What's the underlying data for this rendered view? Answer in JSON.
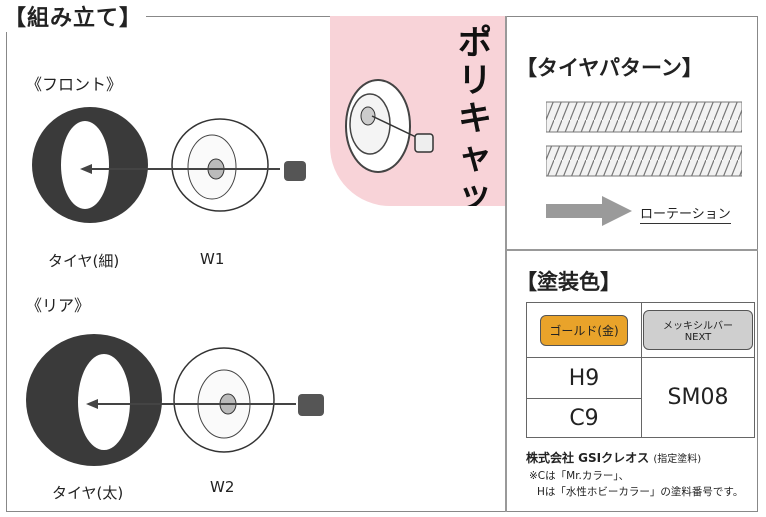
{
  "header": {
    "title": "【組み立て】"
  },
  "front": {
    "heading": "《フロント》",
    "tire_label": "タイヤ(細)",
    "wheel_label": "W1"
  },
  "rear": {
    "heading": "《リア》",
    "tire_label": "タイヤ(太)",
    "wheel_label": "W2"
  },
  "polycap": {
    "title": "ポリキャップ式"
  },
  "tire_pattern": {
    "heading": "【タイヤパターン】",
    "rotation_label": "ローテーション"
  },
  "paint": {
    "heading": "【塗装色】",
    "colors": [
      {
        "name": "ゴールド(金)",
        "codes": [
          "H9",
          "C9"
        ],
        "swatch": "#e9a32a"
      },
      {
        "name": "メッキシルバーNEXT",
        "codes": [
          "SM08"
        ],
        "swatch": "#cfcfcf"
      }
    ],
    "maker": "株式会社 GSIクレオス",
    "maker_note": "(指定塗料)",
    "note_line1": "※Cは「Mr.カラー」、",
    "note_line2": "Hは「水性ホビーカラー」の塗料番号です。"
  }
}
